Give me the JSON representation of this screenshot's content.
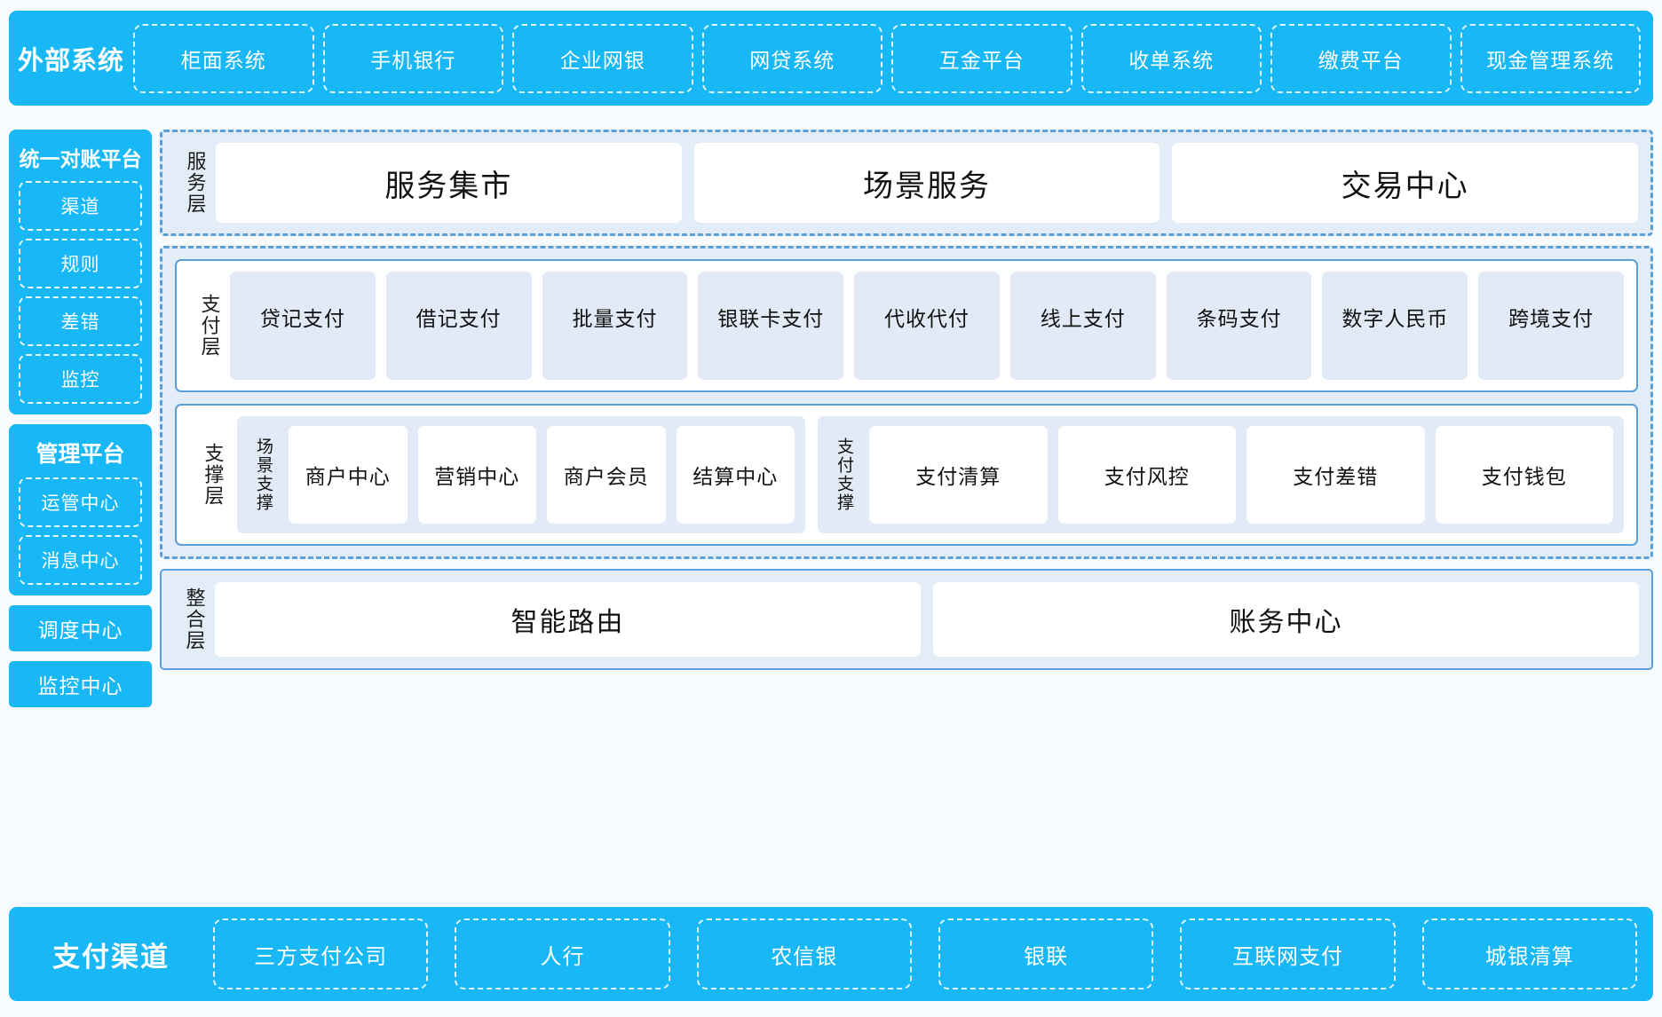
{
  "external_systems": {
    "title": "外部系统",
    "items": [
      "柜面系统",
      "手机银行",
      "企业网银",
      "网贷系统",
      "互金平台",
      "收单系统",
      "缴费平台",
      "现金管理系统"
    ]
  },
  "sidebar": {
    "reconciliation": {
      "title": "统一对账平台",
      "items": [
        "渠道",
        "规则",
        "差错",
        "监控"
      ]
    },
    "management": {
      "title": "管理平台",
      "items": [
        "运管中心",
        "消息中心"
      ]
    },
    "standalone": [
      "调度中心",
      "监控中心"
    ]
  },
  "service_layer": {
    "label": "服务层",
    "items": [
      "服务集市",
      "场景服务",
      "交易中心"
    ]
  },
  "payment_layer": {
    "label": "支付层",
    "items": [
      "贷记支付",
      "借记支付",
      "批量支付",
      "银联卡支付",
      "代收代付",
      "线上支付",
      "条码支付",
      "数字人民币",
      "跨境支付"
    ]
  },
  "support_layer": {
    "label": "支撑层",
    "groups": [
      {
        "label": "场景支撑",
        "items": [
          "商户中心",
          "营销中心",
          "商户会员",
          "结算中心"
        ]
      },
      {
        "label": "支付支撑",
        "items": [
          "支付清算",
          "支付风控",
          "支付差错",
          "支付钱包"
        ]
      }
    ]
  },
  "integration_layer": {
    "label": "整合层",
    "items": [
      "智能路由",
      "账务中心"
    ]
  },
  "payment_channels": {
    "title": "支付渠道",
    "items": [
      "三方支付公司",
      "人行",
      "农信银",
      "银联",
      "互联网支付",
      "城银清算"
    ]
  },
  "colors": {
    "brand_blue": "#18b7f5",
    "panel_blue": "#e3edf8",
    "cell_blue": "#e1eaf6",
    "border_blue": "#5a9fd8",
    "page_bg": "#f7fbfe"
  }
}
